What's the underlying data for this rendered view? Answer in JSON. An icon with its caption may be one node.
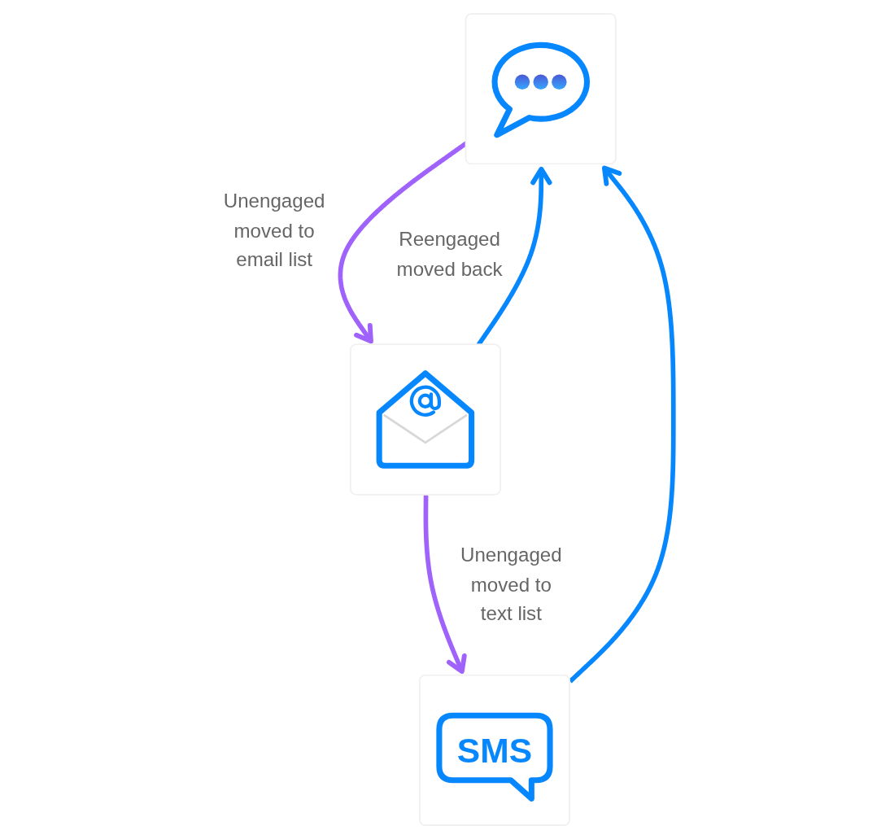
{
  "diagram": {
    "nodes": [
      {
        "text": [],
        "shape": "picture"
      },
      {
        "text": [],
        "shape": "picture"
      },
      {
        "text": [
          "SMS"
        ]
      }
    ],
    "edges": [
      {
        "from": 0,
        "to": 1,
        "arrow": "to",
        "label": "Unengaged moved to email list",
        "color": "#9f62fb"
      },
      {
        "from": 1,
        "to": 2,
        "arrow": "to",
        "label": "Unengaged moved to text list",
        "color": "#9f62fb"
      },
      {
        "from": 1,
        "to": 0,
        "arrow": "to",
        "label": "Reengaged moved back",
        "color": "#0787fe"
      },
      {
        "from": 2,
        "to": 0,
        "arrow": "to",
        "color": "#0787fe"
      }
    ]
  }
}
